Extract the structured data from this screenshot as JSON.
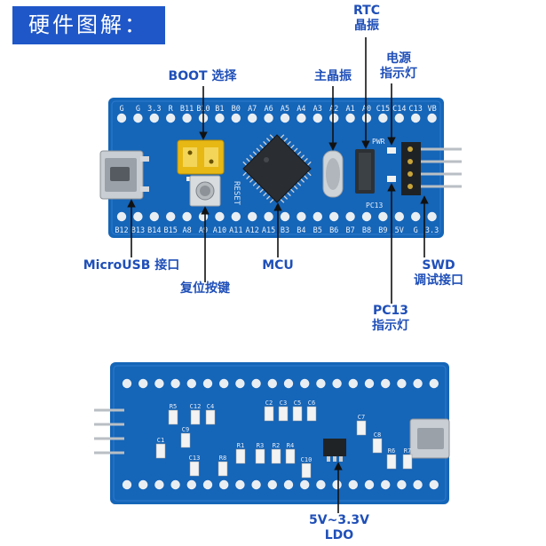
{
  "title": "硬件图解：",
  "labels": {
    "rtc": [
      "RTC",
      "晶振"
    ],
    "power_led": [
      "电源",
      "指示灯"
    ],
    "boot": "BOOT 选择",
    "main_xtal": "主晶振",
    "microusb": "MicroUSB 接口",
    "reset": "复位按键",
    "mcu": "MCU",
    "swd": [
      "SWD",
      "调试接口"
    ],
    "pc13": [
      "PC13",
      "指示灯"
    ],
    "ldo": [
      "5V~3.3V",
      "LDO"
    ]
  },
  "top_pins": [
    "G",
    "G",
    "3.3",
    "R",
    "B11",
    "B10",
    "B1",
    "B0",
    "A7",
    "A6",
    "A5",
    "A4",
    "A3",
    "A2",
    "A1",
    "A0",
    "C15",
    "C14",
    "C13",
    "VB"
  ],
  "bottom_pins": [
    "B12",
    "B13",
    "B14",
    "B15",
    "A8",
    "A9",
    "A10",
    "A11",
    "A12",
    "A15",
    "B3",
    "B4",
    "B5",
    "B6",
    "B7",
    "B8",
    "B9",
    "5V",
    "G",
    "3.3"
  ],
  "silk": {
    "reset": "RESET",
    "pwr": "PWR",
    "pc13": "PC13",
    "back_parts": [
      "R5",
      "C12",
      "C4",
      "C1",
      "C13",
      "R1",
      "R3",
      "R2",
      "R4",
      "C2",
      "C3",
      "C5",
      "C6",
      "C7",
      "C8",
      "R6",
      "R7",
      "R8",
      "C9",
      "C10"
    ]
  },
  "colors": {
    "board": "#1565b8",
    "board_dark": "#0d4e94",
    "label": "#1f4fb8",
    "title_bg": "#1f57c8",
    "pad": "#e9eef3",
    "arrow": "#111111"
  }
}
